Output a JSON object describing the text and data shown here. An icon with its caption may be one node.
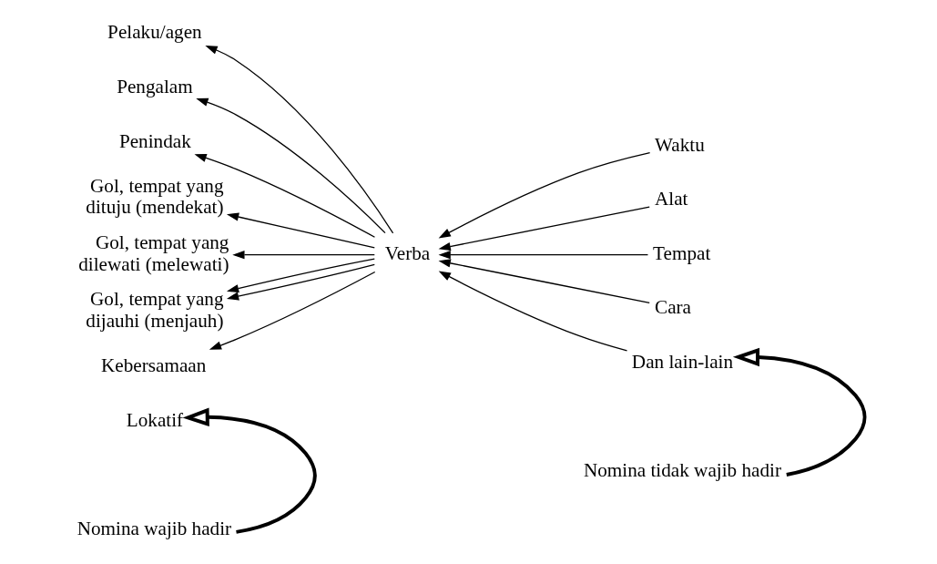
{
  "diagram": {
    "nodes": [
      {
        "text": [
          "Verba"
        ]
      },
      {
        "text": [
          "Pelaku/agen"
        ]
      },
      {
        "text": [
          "Pengalam"
        ]
      },
      {
        "text": [
          "Penindak"
        ]
      },
      {
        "text": [
          "Gol, tempat yang dituju (mendekat)"
        ]
      },
      {
        "text": [
          "Gol, tempat yang dilewati (melewati)"
        ]
      },
      {
        "text": [
          "Gol, tempat yang dijauhi (menjauh)"
        ]
      },
      {
        "text": [
          "Kebersamaan"
        ]
      },
      {
        "text": [
          "Lokatif"
        ]
      },
      {
        "text": [
          "Waktu"
        ]
      },
      {
        "text": [
          "Alat"
        ]
      },
      {
        "text": [
          "Tempat"
        ]
      },
      {
        "text": [
          "Cara"
        ]
      },
      {
        "text": [
          "Dan lain-lain"
        ]
      },
      {
        "text": [
          "Nomina wajib hadir"
        ]
      },
      {
        "text": [
          "Nomina tidak wajib hadir"
        ]
      }
    ],
    "edges": [
      {
        "from": 0,
        "to": 1,
        "arrow": "to"
      },
      {
        "from": 0,
        "to": 2,
        "arrow": "to"
      },
      {
        "from": 0,
        "to": 3,
        "arrow": "to"
      },
      {
        "from": 0,
        "to": 4,
        "arrow": "to"
      },
      {
        "from": 0,
        "to": 5,
        "arrow": "to"
      },
      {
        "from": 0,
        "to": 6,
        "arrow": "to"
      },
      {
        "from": 0,
        "to": 6,
        "arrow": "to"
      },
      {
        "from": 0,
        "to": 7,
        "arrow": "to"
      },
      {
        "from": 9,
        "to": 0,
        "arrow": "to"
      },
      {
        "from": 10,
        "to": 0,
        "arrow": "to"
      },
      {
        "from": 11,
        "to": 0,
        "arrow": "to"
      },
      {
        "from": 12,
        "to": 0,
        "arrow": "to"
      },
      {
        "from": 13,
        "to": 0,
        "arrow": "to"
      },
      {
        "from": 14,
        "to": 8,
        "arrow": "to",
        "style": "thick"
      },
      {
        "from": 15,
        "to": 13,
        "arrow": "to",
        "style": "thick"
      }
    ]
  }
}
